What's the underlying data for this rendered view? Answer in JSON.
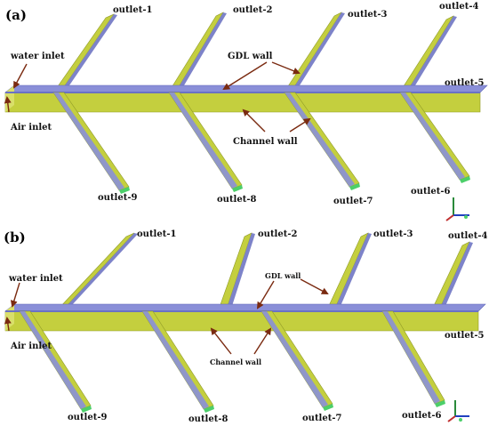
{
  "colors": {
    "background": "#ffffff",
    "channel_yellow": "#c4cf3e",
    "channel_yellow_light": "#d9df6a",
    "channel_yellow_dark": "#8f9a26",
    "gdl_blue": "#8a8fd8",
    "gdl_blue_dark": "#5f66b8",
    "outlet_green": "#4ccf6a",
    "arrow_brown": "#7a2a10"
  },
  "panels": [
    {
      "label": "(a)",
      "water_inlet": "water inlet",
      "air_inlet": "Air inlet",
      "gdl_wall": "GDL wall",
      "channel_wall": "Channel wall",
      "outlets_top": [
        "outlet-1",
        "outlet-2",
        "outlet-3",
        "outlet-4"
      ],
      "outlet_right": "outlet-5",
      "outlets_bottom": [
        "outlet-9",
        "outlet-8",
        "outlet-7",
        "outlet-6"
      ]
    },
    {
      "label": "(b)",
      "water_inlet": "water inlet",
      "air_inlet": "Air inlet",
      "gdl_wall": "GDL wall",
      "channel_wall": "Channel wall",
      "outlets_top": [
        "outlet-1",
        "outlet-2",
        "outlet-3",
        "outlet-4"
      ],
      "outlet_right": "outlet-5",
      "outlets_bottom": [
        "outlet-9",
        "outlet-8",
        "outlet-7",
        "outlet-6"
      ]
    }
  ],
  "icons": [
    "axis-triad-icon"
  ]
}
